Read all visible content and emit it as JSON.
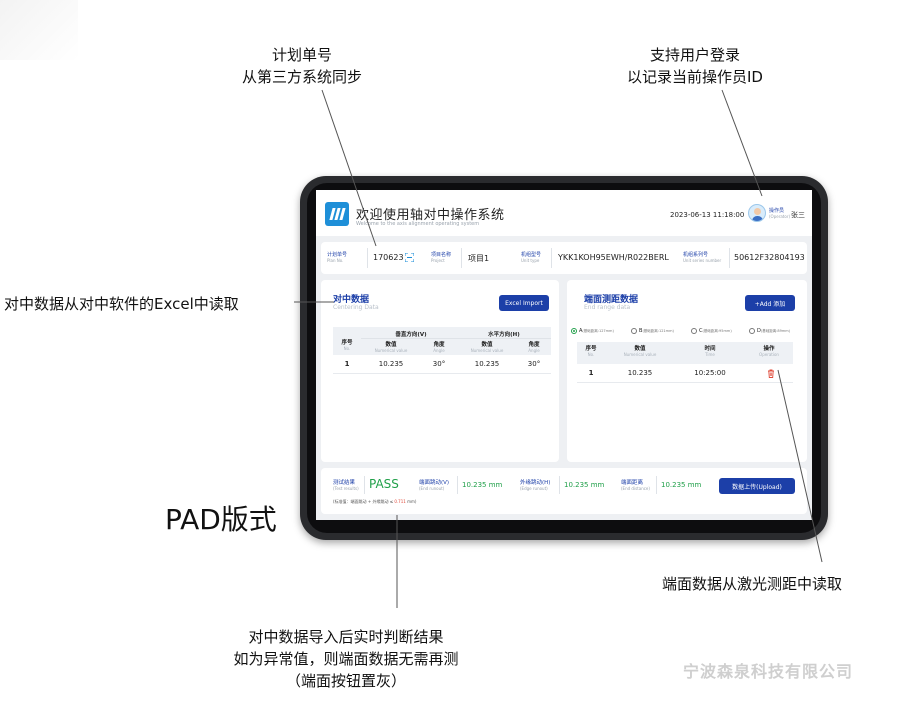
{
  "annotations": {
    "plan_number": [
      "计划单号",
      "从第三方系统同步"
    ],
    "user_login": [
      "支持用户登录",
      "以记录当前操作员ID"
    ],
    "centering_excel": "对中数据从对中软件的Excel中读取",
    "pad_format": "PAD版式",
    "end_laser": "端面数据从激光测距中读取",
    "realtime_result": [
      "对中数据导入后实时判断结果",
      "如为异常值，则端面数据无需再测",
      "（端面按钮置灰）"
    ],
    "company": "宁波森泉科技有限公司"
  },
  "app": {
    "title": "欢迎使用轴对中操作系统",
    "subtitle": "Welcome to the axis alignment operating system",
    "datetime": "2023-06-13 11:18:00",
    "operator_role": "操作员",
    "operator_role_en": "(Operator)",
    "operator_name": "张三"
  },
  "info_bar": {
    "plan": {
      "label": "计划单号",
      "label_en": "Plan No.",
      "value": "170623"
    },
    "project": {
      "label": "项目名称",
      "label_en": "Project",
      "value": "项目1"
    },
    "unit_type": {
      "label": "机组型号",
      "label_en": "Unit type",
      "value": "YKK1KOH95EWH/R022BERL"
    },
    "serial": {
      "label": "机组系列号",
      "label_en": "Unit series number",
      "value": "50612F32804193"
    }
  },
  "centering": {
    "title": "对中数据",
    "title_en": "Centering Data",
    "import_button": "Excel Import",
    "group_v": "垂直方向(V)",
    "group_h": "水平方向(H)",
    "col_no": "序号",
    "col_no_en": "No.",
    "col_val": "数值",
    "col_val_en": "Numerical value",
    "col_angle": "角度",
    "col_angle_en": "Angle",
    "rows": [
      {
        "no": "1",
        "v_val": "10.235",
        "v_angle": "30°",
        "h_val": "10.235",
        "h_angle": "30°"
      }
    ]
  },
  "end_range": {
    "title": "端面测距数据",
    "title_en": "End range data",
    "add_button": "+Add 添加",
    "options": [
      {
        "letter": "A",
        "detail": "(基础距离:127mm)"
      },
      {
        "letter": "B",
        "detail": "(基础距离:121mm)"
      },
      {
        "letter": "C",
        "detail": "(基础距离:95mm)"
      },
      {
        "letter": "D",
        "detail": "(基础距离:89mm)"
      }
    ],
    "selected": "A",
    "col_no": "序号",
    "col_no_en": "No.",
    "col_val": "数值",
    "col_val_en": "Numerical value",
    "col_time": "时间",
    "col_time_en": "Time",
    "col_op": "操作",
    "col_op_en": "Operation",
    "rows": [
      {
        "no": "1",
        "value": "10.235",
        "time": "10:25:00"
      }
    ]
  },
  "results": {
    "test_label": "测试结果",
    "test_label_en": "(Test results)",
    "test_value": "PASS",
    "end_runout_label": "端面跳动(V)",
    "end_runout_en": "(End runout)",
    "end_runout_value": "10.235 mm",
    "edge_runout_label": "外缘跳动(H)",
    "edge_runout_en": "(Edge runout)",
    "edge_runout_value": "10.235 mm",
    "end_distance_label": "端面距离",
    "end_distance_en": "(End distance)",
    "end_distance_value": "10.235 mm",
    "upload_button": "数据上传(Upload)",
    "formula_prefix": "(标准值：端面跳动 + 外缘跳动 ≤",
    "formula_value": "0.711",
    "formula_suffix": "mm)"
  },
  "colors": {
    "brand": "#1c3fa8",
    "logo": "#1e8fd8",
    "pass": "#21a04a",
    "delete": "#e04a3a"
  }
}
